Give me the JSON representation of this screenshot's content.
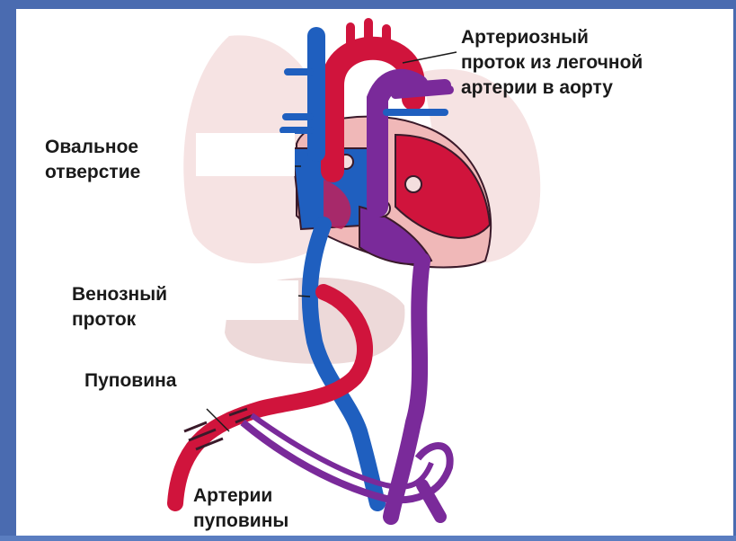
{
  "labels": {
    "ductus_arteriosus": [
      "Артериозный",
      "проток из легочной",
      "артерии в аорту"
    ],
    "foramen_ovale": [
      "Овальное",
      "отверстие"
    ],
    "ductus_venosus": [
      "Венозный",
      "проток"
    ],
    "umbilical_cord": "Пуповина",
    "umbilical_arteries": [
      "Артерии",
      "пуповины"
    ]
  },
  "colors": {
    "oxygenated": "#d0143c",
    "deoxygenated": "#1f5fbf",
    "mixed": "#7a2a9a",
    "background_organs": "#f3dcdc",
    "frame": "#4a6bb0"
  }
}
